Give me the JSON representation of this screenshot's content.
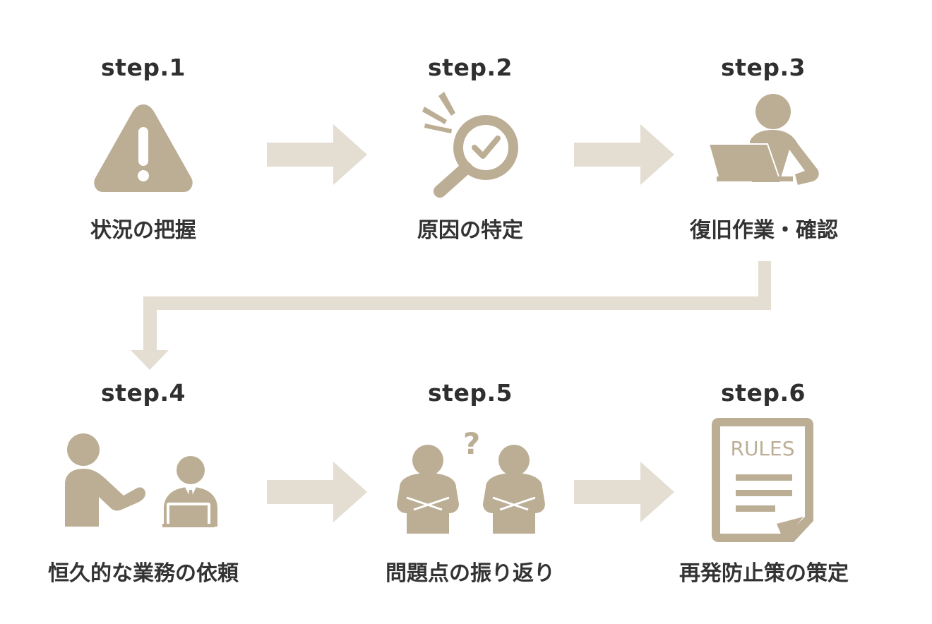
{
  "colors": {
    "icon": "#bcae95",
    "arrow": "#e3ddd2",
    "text": "#333333"
  },
  "steps": [
    {
      "label": "step.1",
      "caption": "状況の把握",
      "icon": "warning-icon"
    },
    {
      "label": "step.2",
      "caption": "原因の特定",
      "icon": "magnifier-check-icon"
    },
    {
      "label": "step.3",
      "caption": "復旧作業・確認",
      "icon": "person-laptop-icon"
    },
    {
      "label": "step.4",
      "caption": "恒久的な業務の依頼",
      "icon": "person-requesting-icon"
    },
    {
      "label": "step.5",
      "caption": "問題点の振り返り",
      "icon": "people-thinking-icon"
    },
    {
      "label": "step.6",
      "caption": "再発防止策の策定",
      "icon": "rules-document-icon"
    }
  ],
  "rules_doc": {
    "title": "RULES"
  },
  "question_mark": "?"
}
